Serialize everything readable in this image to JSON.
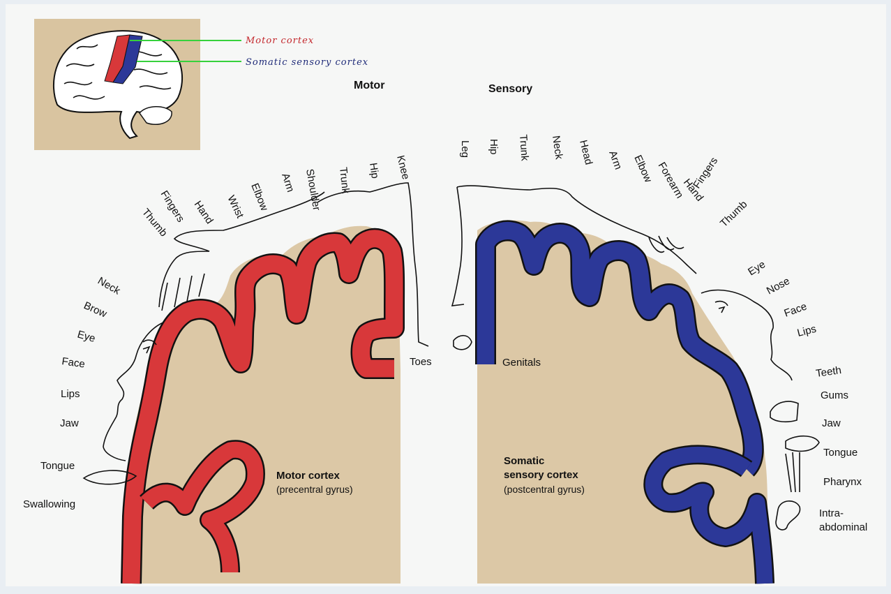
{
  "colors": {
    "background": "#e9eef3",
    "panel": "#f6f7f6",
    "tissue": "#dcc8a6",
    "motor": "#d8383a",
    "sensory": "#2c3898",
    "inset_bg": "#d9c4a0",
    "pointer": "#36d13c"
  },
  "inset": {
    "motor_label": "Motor cortex",
    "sensory_label": "Somatic sensory cortex"
  },
  "motor": {
    "header": "Motor",
    "title": "Motor cortex",
    "subtitle": "(precentral gyrus)",
    "labels": [
      "Knee",
      "Hip",
      "Trunk",
      "Shoulder",
      "Arm",
      "Elbow",
      "Wrist",
      "Hand",
      "Fingers",
      "Thumb",
      "Neck",
      "Brow",
      "Eye",
      "Face",
      "Lips",
      "Jaw",
      "Tongue",
      "Swallowing",
      "Toes"
    ]
  },
  "sensory": {
    "header": "Sensory",
    "title_line1": "Somatic",
    "title_line2": "sensory cortex",
    "subtitle": "(postcentral gyrus)",
    "labels": [
      "Leg",
      "Hip",
      "Trunk",
      "Neck",
      "Head",
      "Arm",
      "Elbow",
      "Forearm",
      "Hand",
      "Fingers",
      "Thumb",
      "Eye",
      "Nose",
      "Face",
      "Lips",
      "Teeth",
      "Gums",
      "Jaw",
      "Tongue",
      "Pharynx",
      "Intra-",
      "abdominal",
      "Genitals"
    ]
  }
}
